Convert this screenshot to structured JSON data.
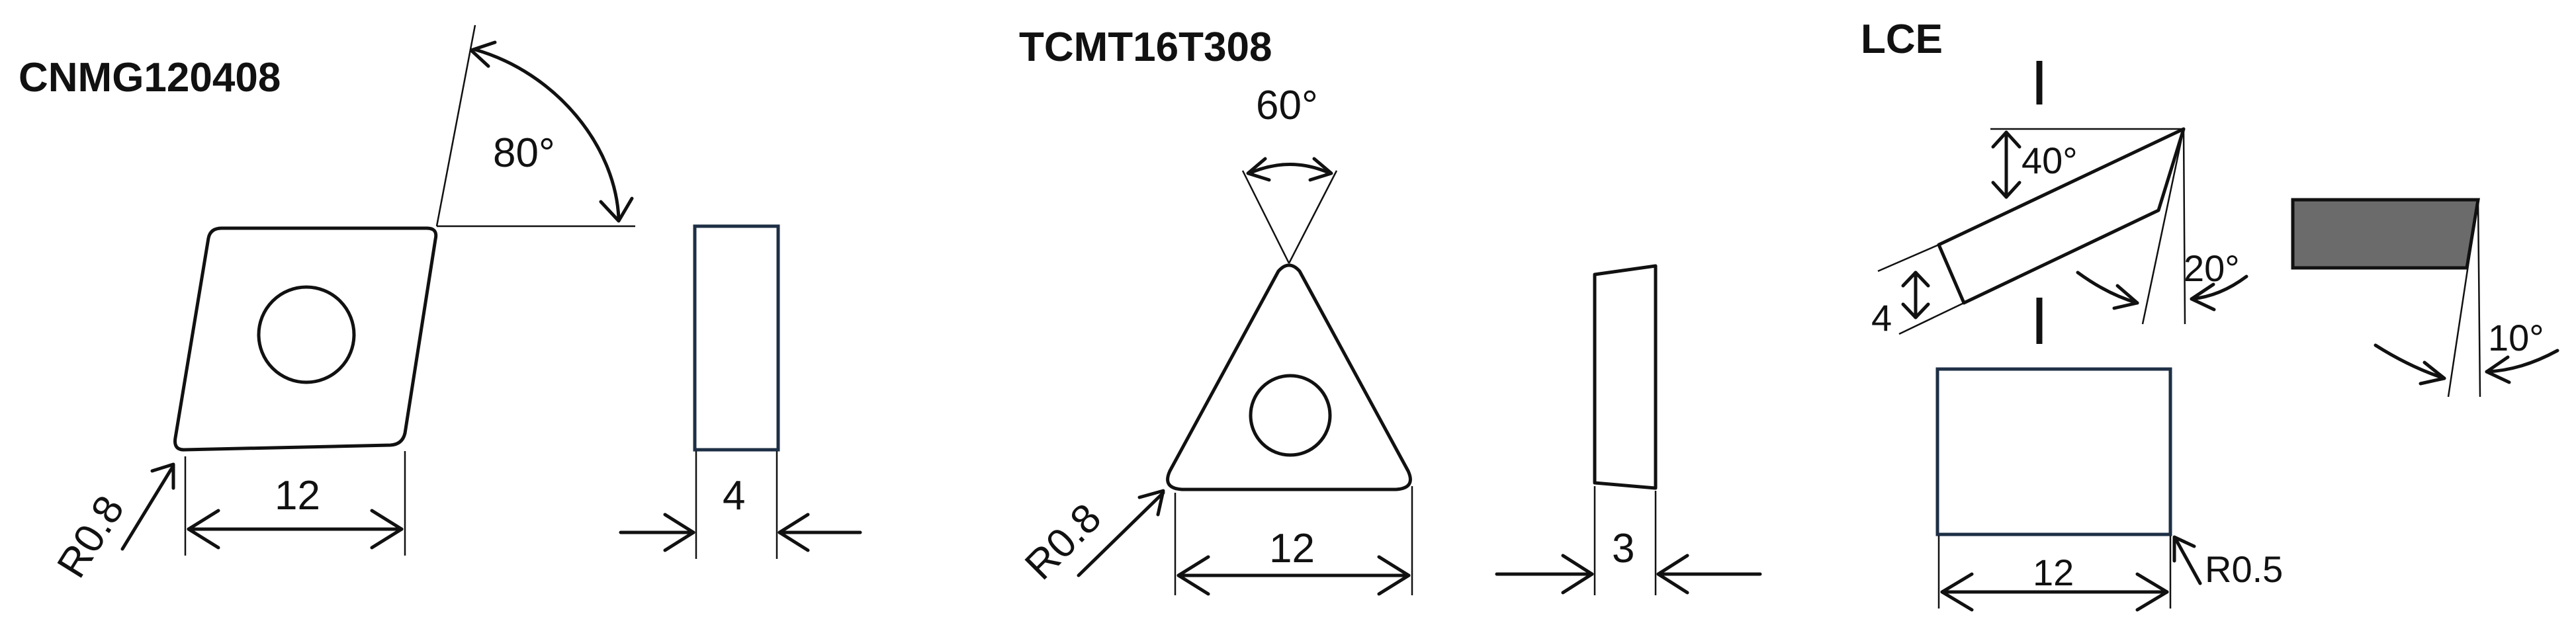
{
  "insert_cnmg": {
    "title": "CNMG120408",
    "angle_label": "80°",
    "radius_label": "R0.8",
    "width_label": "12",
    "thickness_label": "4"
  },
  "insert_tcmt": {
    "title": "TCMT16T308",
    "angle_label": "60°",
    "radius_label": "R0.8",
    "width_label": "12",
    "thickness_label": "3"
  },
  "insert_lce": {
    "title": "LCE",
    "angle_top_label": "40°",
    "thickness_label": "4",
    "relief_angle_label": "20°",
    "side_relief_label": "10°",
    "width_label": "12",
    "radius_label": "R0.5",
    "fill_color": "#6b6b6b"
  }
}
